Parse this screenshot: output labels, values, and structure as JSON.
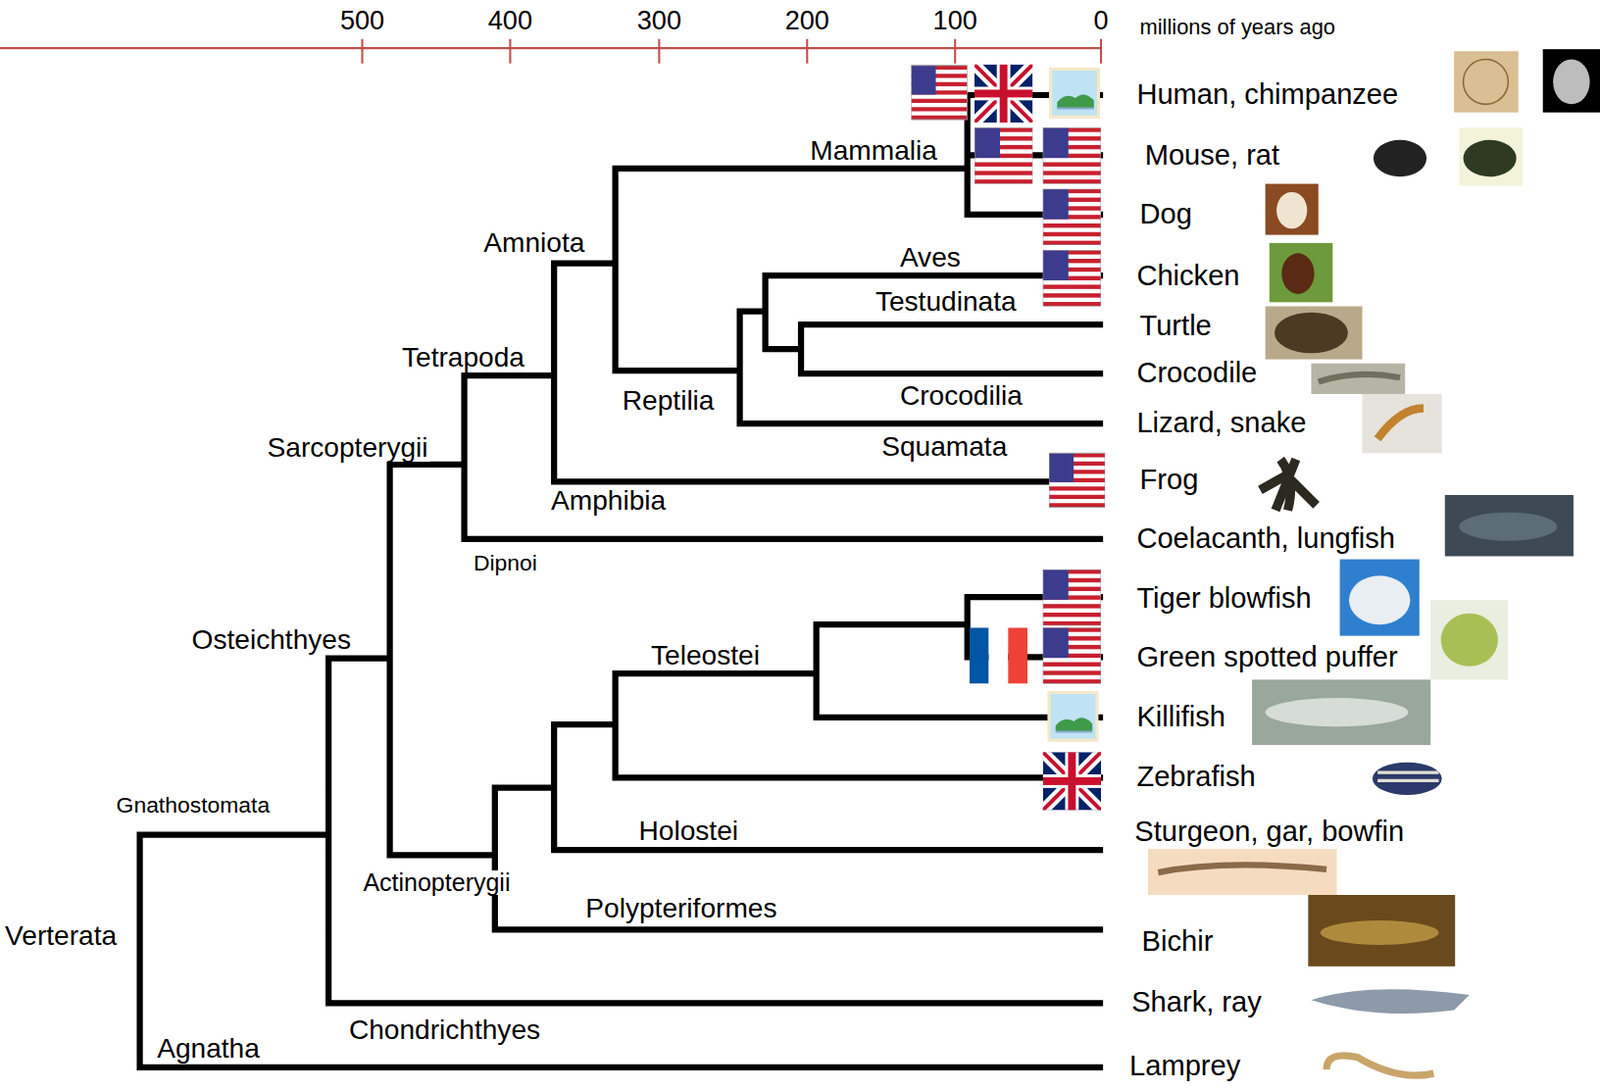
{
  "diagram": {
    "labels": [
      "500",
      "400",
      "300",
      "200",
      "100",
      "0",
      "millions of years ago",
      "Human, chimpanzee",
      "Mammalia",
      "Mouse, rat",
      "Dog",
      "Amniota",
      "Aves",
      "Chicken",
      "Testudinata",
      "Turtle",
      "Tetrapoda",
      "Crocodile",
      "Crocodilia",
      "Reptilia",
      "Lizard, snake",
      "Squamata",
      "Sarcopterygii",
      "Frog",
      "Amphibia",
      "Coelacanth, lungfish",
      "Dipnoi",
      "Tiger blowfish",
      "Osteichthyes",
      "Green spotted puffer",
      "Teleostei",
      "Killifish",
      "Zebrafish",
      "Gnathostomata",
      "Sturgeon, gar, bowfin",
      "Holostei",
      "Actinopterygii",
      "Polypteriformes",
      "Verterata",
      "Bichir",
      "Shark, ray",
      "Chondrichthyes",
      "Agnatha",
      "Lamprey"
    ]
  }
}
